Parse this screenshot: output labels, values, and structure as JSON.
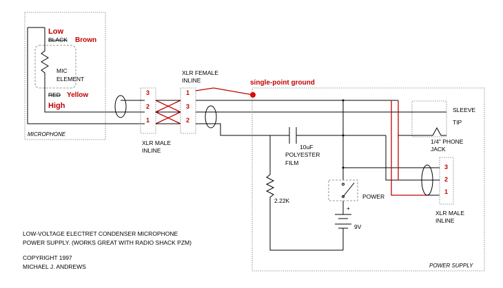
{
  "microphone_box": {
    "label": "MICROPHONE",
    "low_label": "Low",
    "black_label": "BLACK",
    "brown_label": "Brown",
    "element_line1": "MIC",
    "element_line2": "ELEMENT",
    "red_label": "RED",
    "yellow_label": "Yellow",
    "high_label": "High"
  },
  "xlr_male_left": {
    "pins": [
      "3",
      "2",
      "1"
    ],
    "label_line1": "XLR MALE",
    "label_line2": "INLINE"
  },
  "xlr_female": {
    "label_line1": "XLR FEMALE",
    "label_line2": "INLINE",
    "pins": [
      "1",
      "3",
      "2"
    ]
  },
  "ground_label": "single-point ground",
  "power_supply": {
    "label": "POWER SUPPLY",
    "cap_value": "10uF",
    "cap_type_line1": "POLYESTER",
    "cap_type_line2": "FILM",
    "resistor_value": "2.22K",
    "switch_label": "POWER",
    "battery_plus": "+",
    "battery_value": "9V",
    "sleeve_label": "SLEEVE",
    "tip_label": "TIP",
    "jack_line1": "1/4\" PHONE",
    "jack_line2": "JACK",
    "xlr_male_right_pins": [
      "3",
      "2",
      "1"
    ],
    "xlr_male_right_line1": "XLR MALE",
    "xlr_male_right_line2": "INLINE"
  },
  "caption": {
    "line1": "LOW-VOLTAGE ELECTRET CONDENSER MICROPHONE",
    "line2": "POWER SUPPLY.  (WORKS GREAT WITH RADIO SHACK PZM)",
    "line3": "COPYRIGHT 1997",
    "line4": "MICHAEL J. ANDREWS"
  },
  "colors": {
    "wire": "#000000",
    "annotation": "#c00000",
    "dotted_border": "#777777"
  }
}
